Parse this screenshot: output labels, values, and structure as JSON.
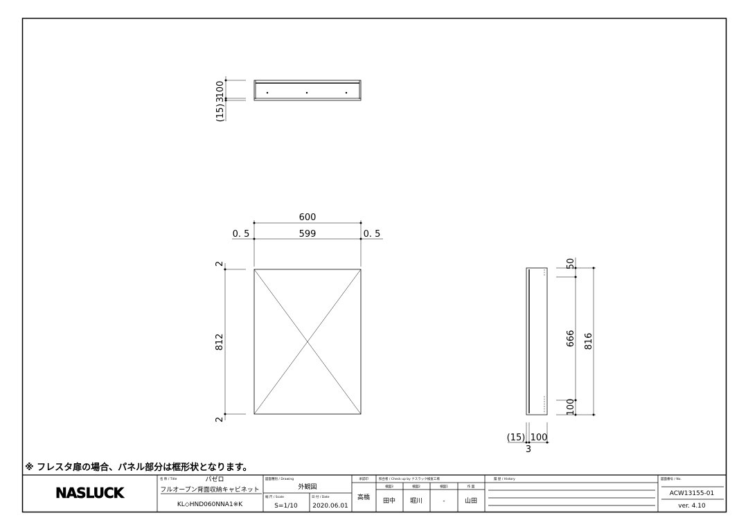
{
  "note": "※ フレスタ扉の場合、パネル部分は框形状となります。",
  "logo": "NASLUCK",
  "title_block": {
    "title_label": "名 称 / Title",
    "series": "パゼロ",
    "product_name": "フルオープン背面収納キャビネット",
    "model": "KL◇HND060NNA1※K",
    "drawing_label": "図面種別 / Drawing",
    "drawing_type": "外観図",
    "scale_label": "縮 尺 / Scale",
    "scale": "S=1/10",
    "date_label": "日 付 / Date",
    "date": "2020.06.01",
    "approval_label": "承認印",
    "approver": "高橋",
    "check_label": "照合者 / Check up by ナスラック検査工場",
    "check_cols": [
      "検図3",
      "検図2",
      "検図1",
      "作 図"
    ],
    "check_vals": [
      "田中",
      "堀川",
      "-",
      "山田"
    ],
    "history_label": "履 歴 / History",
    "number_label": "図面番号 / No.",
    "number": "ACW13155-01",
    "version": "ver. 4.10"
  },
  "dimensions": {
    "top_view": {
      "depth": "100",
      "panel": "3",
      "door": "(15)"
    },
    "front_view": {
      "width_total": "600",
      "width_body": "599",
      "gap_left": "0. 5",
      "gap_right": "0. 5",
      "height": "812",
      "gap_top": "2",
      "gap_bottom": "2"
    },
    "side_view": {
      "top": "50",
      "middle": "666",
      "bottom": "100",
      "height_total": "816",
      "door": "(15)",
      "panel": "3",
      "depth": "100"
    }
  }
}
